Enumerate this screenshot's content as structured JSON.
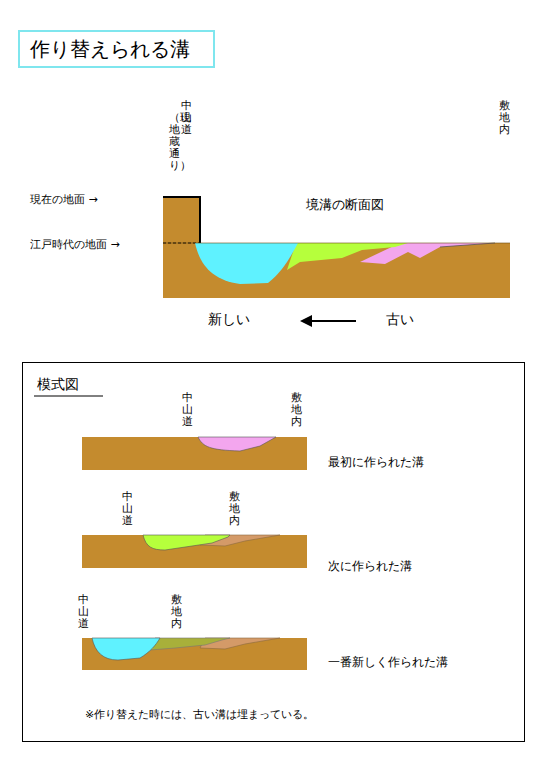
{
  "diagram": {
    "title": "作り替えられる溝",
    "nodes": [
      {
        "text": [
          "模式図"
        ]
      }
    ],
    "labels": [
      "中山道",
      "（現地蔵通り）",
      "敷地内",
      "現在の地面 →",
      "江戸時代の地面 →",
      "境溝の断面図",
      "新しい",
      "古い",
      "中山道",
      "敷地内",
      "最初に作られた溝",
      "中山道",
      "敷地内",
      "次に作られた溝",
      "中山道",
      "敷地内",
      "一番新しく作られた溝",
      "※作り替えた時には、古い溝は埋まっている。"
    ]
  }
}
